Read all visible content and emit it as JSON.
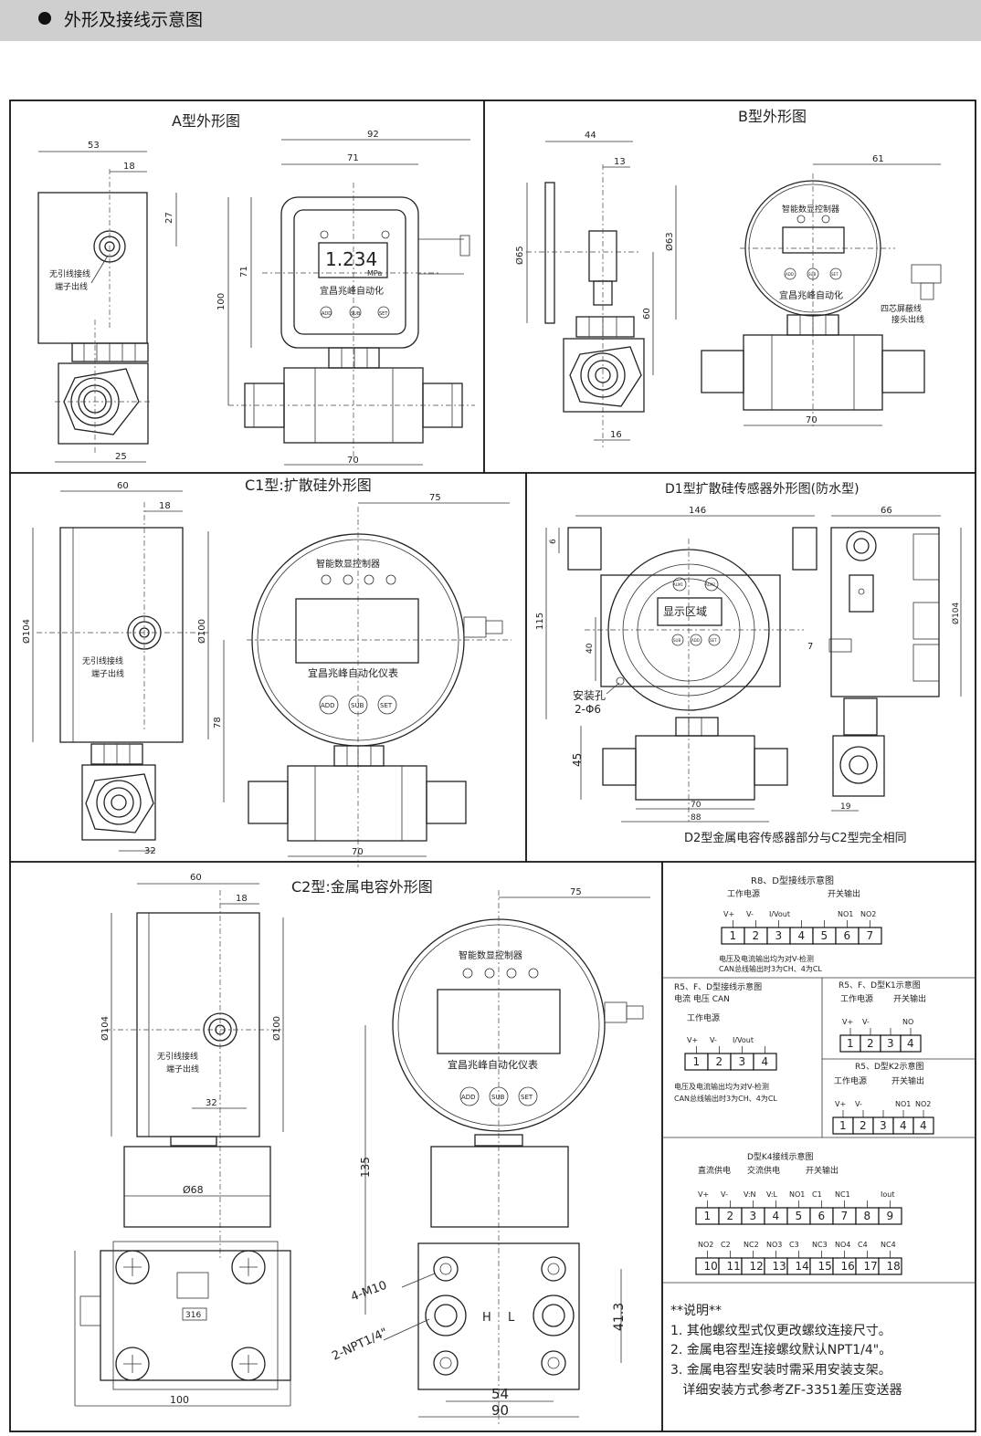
{
  "header": {
    "title": "外形及接线示意图"
  },
  "panelA": {
    "title": "A型外形图",
    "dims": {
      "w53": "53",
      "w18": "18",
      "h27": "27",
      "w92": "92",
      "w71": "71",
      "h100": "100",
      "h71": "71",
      "w25": "25",
      "w70": "70"
    },
    "side_label": [
      "无引线接线",
      "端子出线"
    ],
    "display": {
      "value": "1.234",
      "unit": "MPa",
      "brand": "宜昌兆峰自动化",
      "buttons": [
        "ADD",
        "SUB",
        "SET"
      ]
    }
  },
  "panelB": {
    "title": "B型外形图",
    "dims": {
      "w44": "44",
      "w13": "13",
      "d65": "Ø65",
      "d63": "Ø63",
      "h60": "60",
      "w16": "16",
      "w61": "61",
      "w70": "70"
    },
    "display": {
      "brand_top": "智能数显控制器",
      "brand": "宜昌兆峰自动化",
      "buttons": [
        "ADD",
        "SUB",
        "SET"
      ]
    },
    "lead_label": [
      "四芯屏蔽线",
      "接头出线"
    ]
  },
  "panelC1": {
    "title": "C1型:扩散硅外形图",
    "dims": {
      "w60": "60",
      "w18": "18",
      "w75": "75",
      "d104": "Ø104",
      "d100": "Ø100",
      "h78": "78",
      "w32": "32",
      "w70": "70"
    },
    "side_label": [
      "无引线接线",
      "端子出线"
    ],
    "display": {
      "brand_top": "智能数显控制器",
      "brand": "宜昌兆峰自动化仪表",
      "buttons": [
        "ADD",
        "SUB",
        "SET"
      ]
    }
  },
  "panelD1": {
    "title": "D1型扩散硅传感器外形图(防水型)",
    "dims": {
      "w146": "146",
      "w66": "66",
      "h6": "6",
      "h115": "115",
      "h40": "40",
      "d104": "Ø104",
      "w7": "7",
      "h45": "45",
      "w70": "70",
      "w88": "88",
      "w19": "19"
    },
    "display_label": "显示区域",
    "mount": [
      "安装孔",
      "2-Φ6"
    ],
    "buttons": [
      "ALM1",
      "ALM2",
      "SUB",
      "ADD",
      "SET"
    ],
    "note": "D2型金属电容传感器部分与C2型完全相同"
  },
  "panelC2": {
    "title": "C2型:金属电容外形图",
    "dims": {
      "w60": "60",
      "w18": "18",
      "d104": "Ø104",
      "d100": "Ø100",
      "w32": "32",
      "d68": "Ø68",
      "w100": "100",
      "w75": "75",
      "h135": "135",
      "m10": "4-M10",
      "npt": "2-NPT1/4\"",
      "h41": "41.3",
      "w54": "54",
      "w90": "90"
    },
    "tag": "316",
    "side_label": [
      "无引线接线",
      "端子出线"
    ],
    "display": {
      "brand_top": "智能数显控制器",
      "brand": "宜昌兆峰自动化仪表",
      "buttons": [
        "ADD",
        "SUB",
        "SET"
      ]
    },
    "hl": [
      "H",
      "L"
    ]
  },
  "wiring": {
    "r8": {
      "title": "R8、D型接线示意图",
      "group1": "工作电源",
      "group2": "开关输出",
      "labels": [
        "V+",
        "V-",
        "I/Vout",
        "",
        "",
        "NO1",
        "NO2"
      ],
      "terminals": [
        "1",
        "2",
        "3",
        "4",
        "5",
        "6",
        "7"
      ],
      "note": [
        "电压及电流输出均为对V-检测",
        "CAN总线输出时3为CH、4为CL"
      ]
    },
    "r5f": {
      "title": "R5、F、D型接线示意图",
      "subtitle": "电流 电压 CAN",
      "group1": "工作电源",
      "labels": [
        "V+",
        "V-",
        "I/Vout",
        ""
      ],
      "terminals": [
        "1",
        "2",
        "3",
        "4"
      ],
      "note": [
        "电压及电流输出均为对V-检测",
        "CAN总线输出时3为CH、4为CL"
      ]
    },
    "k1": {
      "title": "R5、F、D型K1示意图",
      "group1": "工作电源",
      "group2": "开关输出",
      "labels": [
        "V+",
        "V-",
        "",
        "NO"
      ],
      "terminals": [
        "1",
        "2",
        "3",
        "4"
      ]
    },
    "k2": {
      "title": "R5、D型K2示意图",
      "group1": "工作电源",
      "group2": "开关输出",
      "labels": [
        "V+",
        "V-",
        "",
        "NO1",
        "NO2"
      ],
      "terminals": [
        "1",
        "2",
        "3",
        "4",
        "4"
      ]
    },
    "k4": {
      "title": "D型K4接线示意图",
      "groups": [
        "直流供电",
        "交流供电",
        "开关输出"
      ],
      "labels_top": [
        "V+",
        "V-",
        "V:N",
        "V:L",
        "NO1",
        "C1",
        "NC1",
        "",
        "Iout"
      ],
      "terminals_top": [
        "1",
        "2",
        "3",
        "4",
        "5",
        "6",
        "7",
        "8",
        "9"
      ],
      "labels_bot": [
        "NO2",
        "C2",
        "NC2",
        "NO3",
        "C3",
        "NC3",
        "NO4",
        "C4",
        "NC4"
      ],
      "terminals_bot": [
        "10",
        "11",
        "12",
        "13",
        "14",
        "15",
        "16",
        "17",
        "18"
      ]
    }
  },
  "notes": {
    "title": "**说明**",
    "items": [
      "1. 其他螺纹型式仅更改螺纹连接尺寸。",
      "2. 金属电容型连接螺纹默认NPT1/4\"。",
      "3. 金属电容型安装时需采用安装支架。",
      "   详细安装方式参考ZF-3351差压变送器"
    ]
  }
}
